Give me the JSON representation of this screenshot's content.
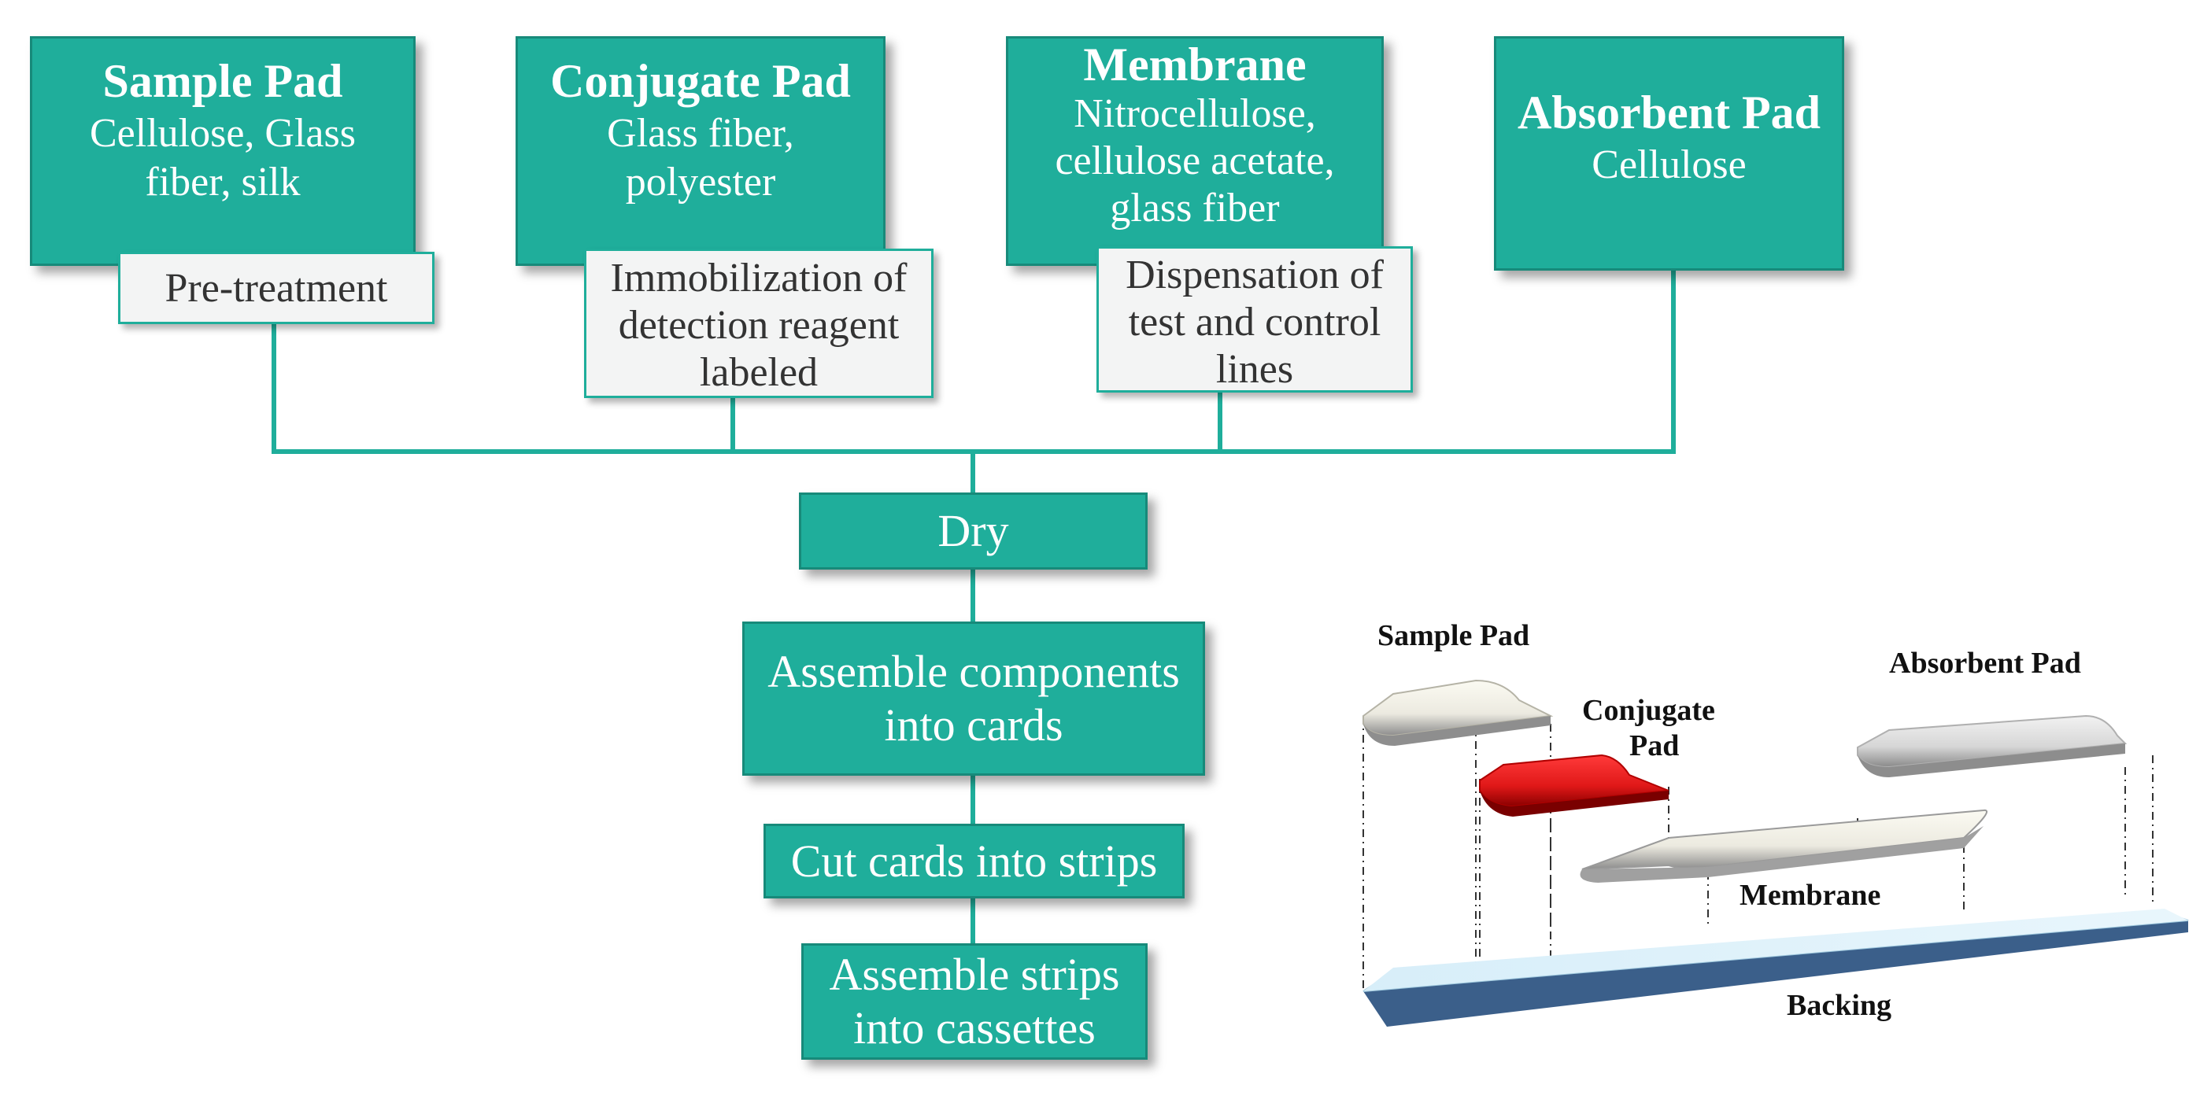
{
  "components": [
    {
      "title": "Sample Pad",
      "desc_lines": [
        "Cellulose, Glass",
        "fiber, silk"
      ]
    },
    {
      "title": "Conjugate Pad",
      "desc_lines": [
        "Glass fiber,",
        "polyester"
      ]
    },
    {
      "title": "Membrane",
      "desc_lines": [
        "Nitrocellulose,",
        "cellulose acetate,",
        "glass fiber"
      ]
    },
    {
      "title": "Absorbent Pad",
      "desc_lines": [
        "Cellulose"
      ]
    }
  ],
  "treatments": [
    {
      "lines": [
        "Pre-treatment"
      ]
    },
    {
      "lines": [
        "Immobilization of",
        "detection reagent",
        "labeled"
      ]
    },
    {
      "lines": [
        "Dispensation of",
        "test and control",
        "lines"
      ]
    }
  ],
  "steps": [
    {
      "lines": [
        "Dry"
      ]
    },
    {
      "lines": [
        "Assemble components",
        "into cards"
      ]
    },
    {
      "lines": [
        "Cut cards into strips"
      ]
    },
    {
      "lines": [
        "Assemble strips",
        "into cassettes"
      ]
    }
  ],
  "strip_labels": {
    "sample_pad": "Sample Pad",
    "conjugate_pad_1": "Conjugate",
    "conjugate_pad_2": "Pad",
    "absorbent_pad": "Absorbent Pad",
    "membrane": "Membrane",
    "backing": "Backing"
  },
  "colors": {
    "box_fill": "#1fae9b",
    "box_border": "#178a7a",
    "note_fill": "#f3f4f4",
    "conjugate_pad": "#e01818",
    "backing": "#cfe9f7",
    "backing_edge": "#3b5f8a"
  }
}
